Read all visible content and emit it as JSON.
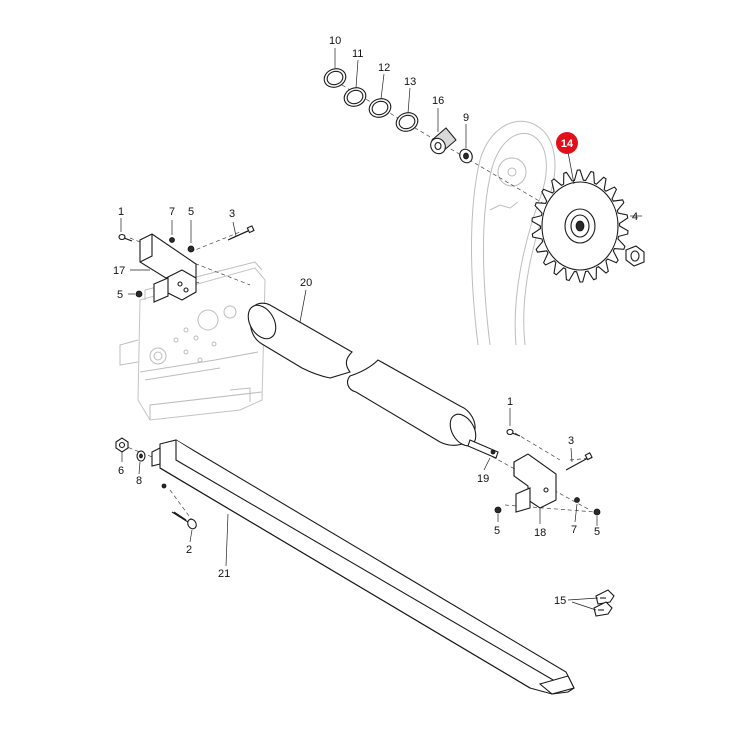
{
  "callouts": {
    "c1a": "1",
    "c7a": "7",
    "c5a": "5",
    "c3a": "3",
    "c17": "17",
    "c5b": "5",
    "c10": "10",
    "c11": "11",
    "c12": "12",
    "c13": "13",
    "c16": "16",
    "c9": "9",
    "c14": "14",
    "c4": "4",
    "c20": "20",
    "c1b": "1",
    "c3b": "3",
    "c19": "19",
    "c6": "6",
    "c8": "8",
    "c5c": "5",
    "c18": "18",
    "c7b": "7",
    "c5d": "5",
    "c2": "2",
    "c21": "21",
    "c15": "15"
  },
  "colors": {
    "highlight_badge": "#e0111b",
    "line": "#1a1a1a",
    "ghost": "#bdbdbd"
  }
}
